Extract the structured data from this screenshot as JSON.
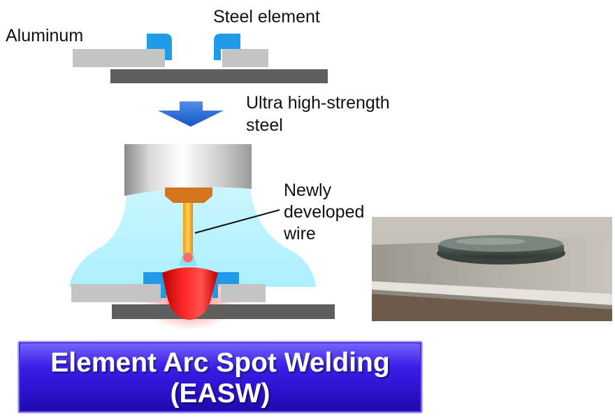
{
  "labels": {
    "aluminum": "Aluminum",
    "steel_element": "Steel element",
    "uhss_line1": "Ultra high-strength",
    "uhss_line2": "steel",
    "wire_line1": "Newly",
    "wire_line2": "developed",
    "wire_line3": "wire"
  },
  "banner": {
    "line1": "Element Arc Spot Welding",
    "line2": "(EASW)"
  },
  "colors": {
    "aluminum_plate": "#c4c4c4",
    "steel_plate": "#5e5e5e",
    "steel_element": "#1f9be8",
    "arrow": "#1c64d6",
    "shield_gas": "#bff4ff",
    "weld_pool": "#e81818",
    "wire": "#f0a21a",
    "banner": "#2e14d4"
  },
  "icons": {
    "flow_arrow": "down-arrow-icon",
    "torch": "welding-torch-icon"
  }
}
